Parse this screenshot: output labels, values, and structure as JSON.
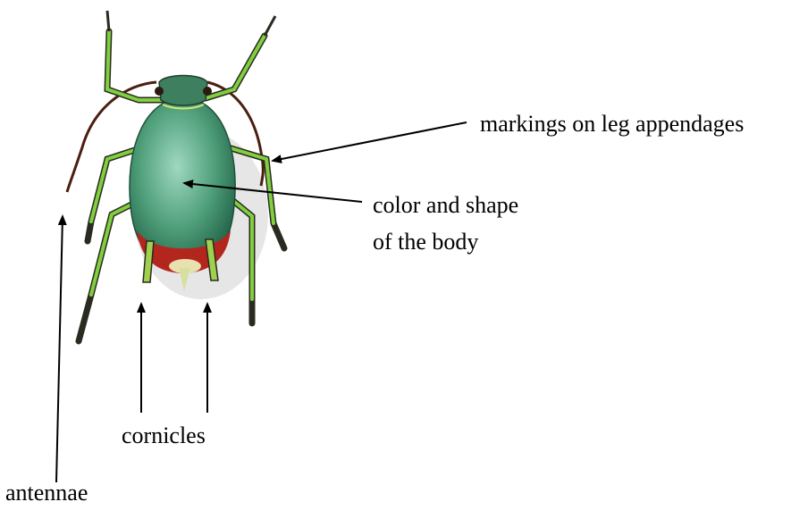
{
  "labels": {
    "legs": "markings on leg appendages",
    "body_line1": "color and shape",
    "body_line2": "of the body",
    "cornicles": "cornicles",
    "antennae": "antennae"
  },
  "colors": {
    "body_green": "#3f8f6a",
    "body_light": "#8fd0b4",
    "leg_green": "#6fbf3a",
    "leg_joint": "#2b2a20",
    "rear_red": "#b3261e",
    "antenna": "#4a1f0f",
    "arrow": "#000000"
  },
  "icons": {
    "main_image": "aphid-illustration"
  }
}
